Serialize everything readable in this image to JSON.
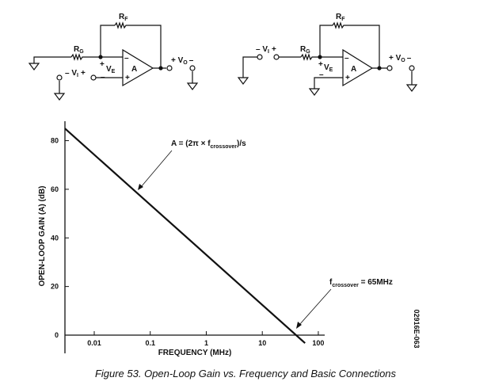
{
  "circuits": {
    "left": {
      "rf": "R",
      "rf_sub": "F",
      "rg": "R",
      "rg_sub": "G",
      "vi": "– V",
      "vi_sub": "I",
      "vi_plus": "+",
      "ve_plus": "+",
      "ve": "V",
      "ve_sub": "E",
      "ve_minus": "–",
      "amp": "A",
      "vo": "+ V",
      "vo_sub": "O",
      "vo_minus": "–",
      "in_minus": "–",
      "in_plus": "+"
    },
    "right": {
      "rf": "R",
      "rf_sub": "F",
      "rg": "R",
      "rg_sub": "G",
      "vi": "– V",
      "vi_sub": "I",
      "vi_plus": "+",
      "ve_plus": "+",
      "ve": "V",
      "ve_sub": "E",
      "ve_minus": "–",
      "amp": "A",
      "vo": "+ V",
      "vo_sub": "O",
      "vo_minus": "–",
      "in_minus": "–",
      "in_plus": "+"
    }
  },
  "chart_data": {
    "type": "line",
    "xlabel": "FREQUENCY (MHz)",
    "ylabel": "OPEN-LOOP GAIN (A) (dB)",
    "x_scale": "log",
    "xlim": [
      0.003,
      130
    ],
    "ylim": [
      -7.5,
      88
    ],
    "x_ticks": [
      0.01,
      0.1,
      1,
      10,
      100
    ],
    "x_tick_labels": [
      "0.01",
      "0.1",
      "1",
      "10",
      "100"
    ],
    "y_ticks": [
      0,
      20,
      40,
      60,
      80
    ],
    "y_tick_labels": [
      "0",
      "20",
      "40",
      "60",
      "80"
    ],
    "grid": false,
    "series": [
      {
        "x": [
          0.003,
          58
        ],
        "y": [
          85,
          -3.3
        ]
      }
    ],
    "annotations": [
      {
        "text": "A = (2π × f",
        "sub": "crossover",
        "tail": ")/s"
      },
      {
        "text": "f",
        "sub": "crossover",
        "tail": " = 65MHz"
      }
    ],
    "figure_code": "02916E-063"
  },
  "caption": "Figure 53. Open-Loop Gain vs. Frequency and Basic Connections"
}
